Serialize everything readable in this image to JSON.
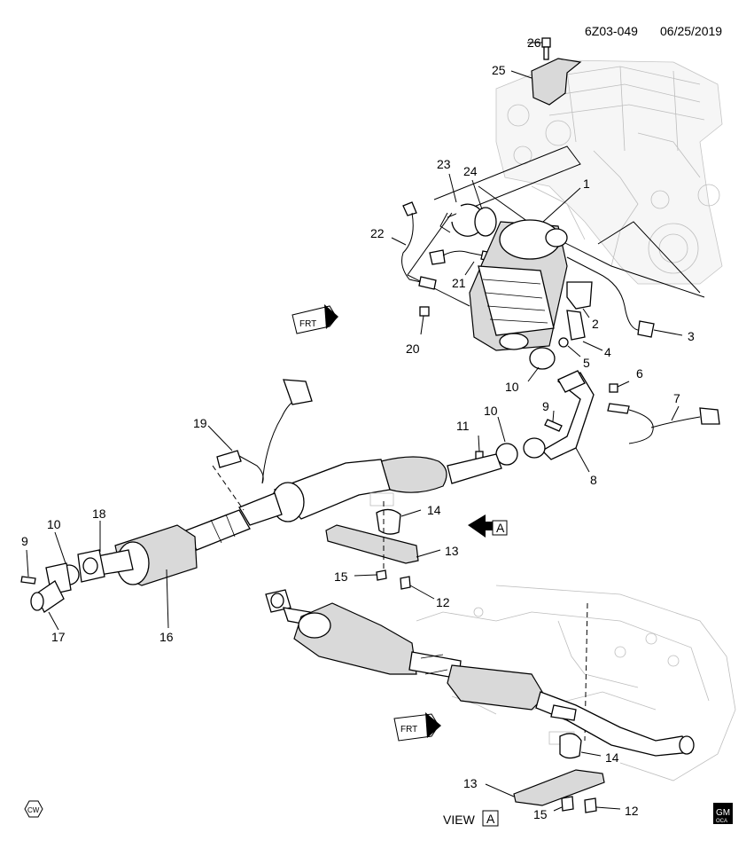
{
  "header": {
    "diagram_id": "6Z03-049",
    "date": "06/25/2019"
  },
  "callouts": {
    "c1": "1",
    "c2": "2",
    "c3": "3",
    "c4": "4",
    "c5": "5",
    "c6": "6",
    "c7": "7",
    "c8": "8",
    "c9a": "9",
    "c9b": "9",
    "c10a": "10",
    "c10b": "10",
    "c10c": "10",
    "c11": "11",
    "c12a": "12",
    "c12b": "12",
    "c13a": "13",
    "c13b": "13",
    "c14a": "14",
    "c14b": "14",
    "c15a": "15",
    "c15b": "15",
    "c16": "16",
    "c17": "17",
    "c18": "18",
    "c19": "19",
    "c20": "20",
    "c21": "21",
    "c22": "22",
    "c23": "23",
    "c24": "24",
    "c25": "25",
    "c26": "26"
  },
  "direction_markers": {
    "frt_label": "FRT",
    "view_ref": "A"
  },
  "view_label": {
    "text": "VIEW",
    "ref": "A"
  },
  "badges": {
    "cw": "CW",
    "gm": "GM",
    "gm_sub": "OCA"
  }
}
